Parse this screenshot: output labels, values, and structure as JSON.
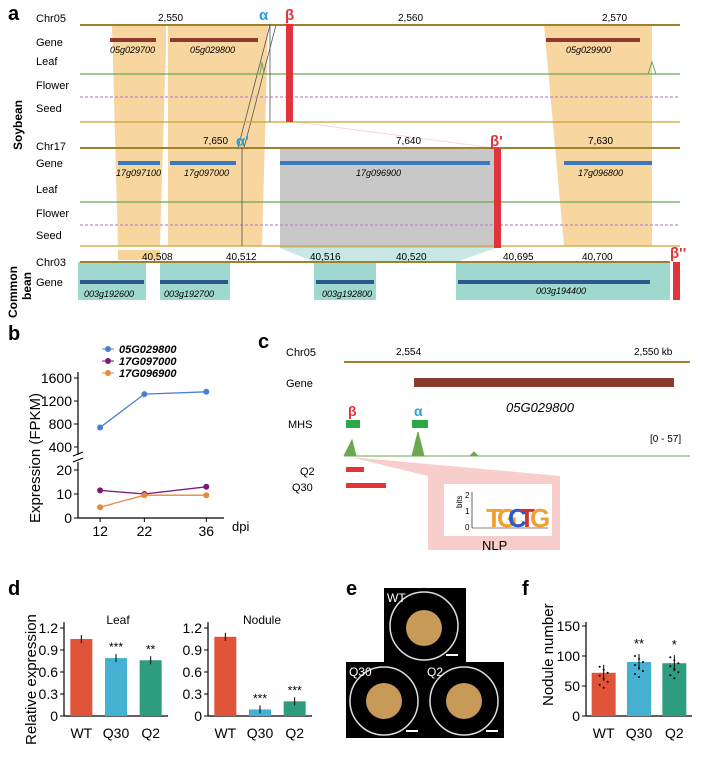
{
  "panel_labels": {
    "a": "a",
    "b": "b",
    "c": "c",
    "d": "d",
    "e": "e",
    "f": "f"
  },
  "panel_a": {
    "species": [
      "Soybean",
      "Common",
      "bean"
    ],
    "tracks": {
      "chr05": "Chr05",
      "chr17": "Chr17",
      "chr03": "Chr03",
      "gene": "Gene",
      "leaf": "Leaf",
      "flower": "Flower",
      "seed": "Seed"
    },
    "chr05_ticks": [
      "2,550",
      "2,560",
      "2,570"
    ],
    "chr17_ticks": [
      "7,650",
      "7,640",
      "7,630"
    ],
    "chr03_ticks": [
      "40,508",
      "40,512",
      "40,516",
      "40,520",
      "40,695",
      "40,700"
    ],
    "chr05_genes": [
      "05g029700",
      "05g029800",
      "05g029900"
    ],
    "chr17_genes": [
      "17g097100",
      "17g097000",
      "17g096900",
      "17g096800"
    ],
    "chr03_genes": [
      "003g192600",
      "003g192700",
      "003g192800",
      "003g194400"
    ],
    "markers": {
      "alpha": "α",
      "beta": "β",
      "alpha_prime": "α'",
      "beta_prime": "β'",
      "beta_dprime": "β''"
    }
  },
  "chart_data": [
    {
      "panel": "b",
      "type": "line",
      "x": [
        12,
        22,
        36
      ],
      "xlabel_unit": "dpi",
      "ylabel": "Expression (FPKM)",
      "axis_break": true,
      "upper_ticks": [
        400,
        800,
        1200,
        1600
      ],
      "lower_ticks": [
        0,
        10,
        20
      ],
      "series": [
        {
          "name": "05G029800",
          "color": "#4a7fd0",
          "values": [
            740,
            1320,
            1360
          ]
        },
        {
          "name": "17G097000",
          "color": "#7b1a7b",
          "values": [
            11.5,
            10,
            13
          ]
        },
        {
          "name": "17G096900",
          "color": "#e8883a",
          "values": [
            4.5,
            9.5,
            9.5
          ]
        }
      ]
    },
    {
      "panel": "d",
      "type": "bar",
      "ylabel": "Relative expression",
      "ylim": [
        0,
        1.2
      ],
      "yticks": [
        "0",
        "0.3",
        "0.6",
        "0.9",
        "1.2"
      ],
      "subplots": [
        {
          "title": "Leaf",
          "categories": [
            "WT",
            "Q30",
            "Q2"
          ],
          "values": [
            1.05,
            0.79,
            0.76
          ],
          "significance": [
            "",
            "***",
            "**"
          ]
        },
        {
          "title": "Nodule",
          "categories": [
            "WT",
            "Q30",
            "Q2"
          ],
          "values": [
            1.08,
            0.09,
            0.2
          ],
          "significance": [
            "",
            "***",
            "***"
          ]
        }
      ],
      "colors": [
        "#e0543a",
        "#45b2d4",
        "#2e9c7e"
      ]
    },
    {
      "panel": "f",
      "type": "bar",
      "ylabel": "Nodule number",
      "ylim": [
        0,
        150
      ],
      "yticks": [
        "0",
        "50",
        "100",
        "150"
      ],
      "categories": [
        "WT",
        "Q30",
        "Q2"
      ],
      "values": [
        72,
        90,
        88
      ],
      "significance": [
        "",
        "**",
        "*"
      ],
      "colors": [
        "#e0543a",
        "#45b2d4",
        "#2e9c7e"
      ]
    }
  ],
  "panel_c": {
    "chr": "Chr05",
    "ticks": [
      "2,554",
      "2,550 kb"
    ],
    "tracks": {
      "gene": "Gene",
      "mhs": "MHS",
      "q2": "Q2",
      "q30": "Q30"
    },
    "gene_name": "05G029800",
    "range_label": "[0 - 57]",
    "motif_name": "NLP",
    "motif_axis": "bits",
    "motif_ticks": [
      "2",
      "1",
      "0"
    ],
    "motif_letters": [
      "T",
      "G",
      "C",
      "T",
      "G"
    ],
    "markers": {
      "beta": "β",
      "alpha": "α"
    }
  },
  "panel_e": {
    "labels": [
      "WT",
      "Q30",
      "Q2"
    ]
  }
}
